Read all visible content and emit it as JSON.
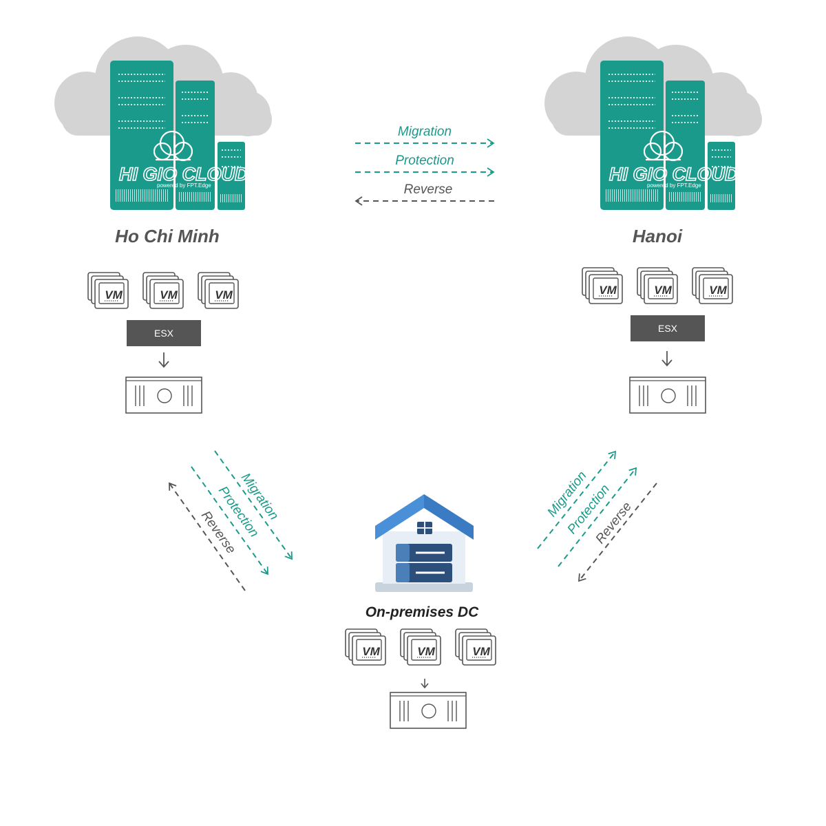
{
  "colors": {
    "teal": "#1a9a8a",
    "dark_gray": "#555555",
    "cloud_gray": "#d4d4d4",
    "house_blue": "#4a90d9",
    "rack_navy": "#2d4f7c"
  },
  "icons": [
    "cloud-datacenter-icon",
    "vm-icon",
    "storage-icon",
    "house-server-icon",
    "arrow-down-icon"
  ],
  "brand": {
    "name": "HI GIO CLOUD",
    "tagline": "powered by FPT.Edge"
  },
  "sites": {
    "hcm": {
      "label": "Ho Chi Minh",
      "esx": "ESX",
      "vms": [
        "VM",
        "VM",
        "VM"
      ]
    },
    "hanoi": {
      "label": "Hanoi",
      "esx": "ESX",
      "vms": [
        "VM",
        "VM",
        "VM"
      ]
    },
    "onprem": {
      "label": "On-premises DC",
      "vms": [
        "VM",
        "VM",
        "VM"
      ]
    }
  },
  "flows": {
    "migration": "Migration",
    "protection": "Protection",
    "reverse": "Reverse"
  }
}
